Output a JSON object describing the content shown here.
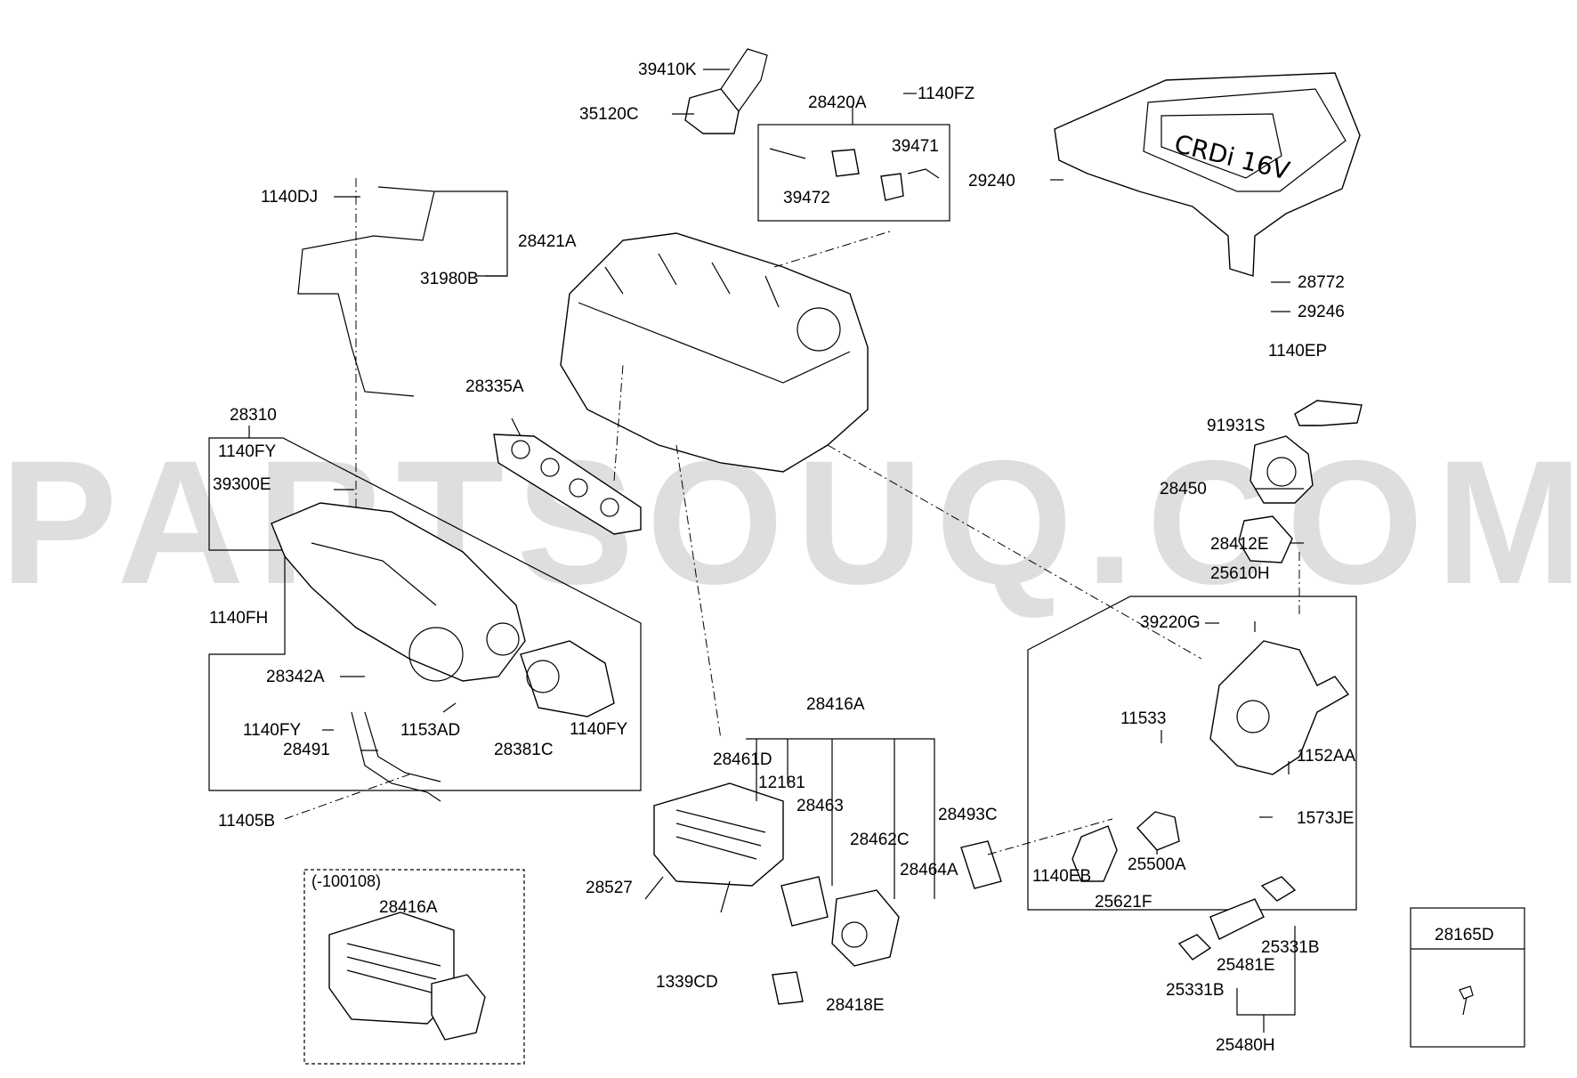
{
  "watermark": "PARTSOUQ.COM",
  "variant_note": "(-100108)",
  "labels": [
    {
      "id": "39410K",
      "text": "39410K"
    },
    {
      "id": "35120C",
      "text": "35120C"
    },
    {
      "id": "28420A",
      "text": "28420A"
    },
    {
      "id": "1140FZ",
      "text": "1140FZ"
    },
    {
      "id": "39471",
      "text": "39471"
    },
    {
      "id": "39472",
      "text": "39472"
    },
    {
      "id": "29240",
      "text": "29240"
    },
    {
      "id": "28772",
      "text": "28772"
    },
    {
      "id": "29246",
      "text": "29246"
    },
    {
      "id": "1140DJ",
      "text": "1140DJ"
    },
    {
      "id": "28421A",
      "text": "28421A"
    },
    {
      "id": "31980B",
      "text": "31980B"
    },
    {
      "id": "28335A",
      "text": "28335A"
    },
    {
      "id": "28310",
      "text": "28310"
    },
    {
      "id": "1140FY-a",
      "text": "1140FY"
    },
    {
      "id": "39300E",
      "text": "39300E"
    },
    {
      "id": "1140FH",
      "text": "1140FH"
    },
    {
      "id": "28342A",
      "text": "28342A"
    },
    {
      "id": "1140FY-b",
      "text": "1140FY"
    },
    {
      "id": "1153AD",
      "text": "1153AD"
    },
    {
      "id": "28491",
      "text": "28491"
    },
    {
      "id": "28381C",
      "text": "28381C"
    },
    {
      "id": "1140FY-c",
      "text": "1140FY"
    },
    {
      "id": "11405B",
      "text": "11405B"
    },
    {
      "id": "1140EP",
      "text": "1140EP"
    },
    {
      "id": "91931S",
      "text": "91931S"
    },
    {
      "id": "28450",
      "text": "28450"
    },
    {
      "id": "28412E",
      "text": "28412E"
    },
    {
      "id": "25610H",
      "text": "25610H"
    },
    {
      "id": "39220G",
      "text": "39220G"
    },
    {
      "id": "11533",
      "text": "11533"
    },
    {
      "id": "1152AA",
      "text": "1152AA"
    },
    {
      "id": "1573JE",
      "text": "1573JE"
    },
    {
      "id": "1140EB",
      "text": "1140EB"
    },
    {
      "id": "25500A",
      "text": "25500A"
    },
    {
      "id": "25621F",
      "text": "25621F"
    },
    {
      "id": "28416A-a",
      "text": "28416A"
    },
    {
      "id": "28461D",
      "text": "28461D"
    },
    {
      "id": "12181",
      "text": "12181"
    },
    {
      "id": "28463",
      "text": "28463"
    },
    {
      "id": "28462C",
      "text": "28462C"
    },
    {
      "id": "28493C",
      "text": "28493C"
    },
    {
      "id": "28464A",
      "text": "28464A"
    },
    {
      "id": "28527",
      "text": "28527"
    },
    {
      "id": "1339CD",
      "text": "1339CD"
    },
    {
      "id": "28418E",
      "text": "28418E"
    },
    {
      "id": "28416A-b",
      "text": "28416A"
    },
    {
      "id": "25331B-a",
      "text": "25331B"
    },
    {
      "id": "25481E",
      "text": "25481E"
    },
    {
      "id": "25331B-b",
      "text": "25331B"
    },
    {
      "id": "25480H",
      "text": "25480H"
    },
    {
      "id": "28165D",
      "text": "28165D"
    }
  ]
}
